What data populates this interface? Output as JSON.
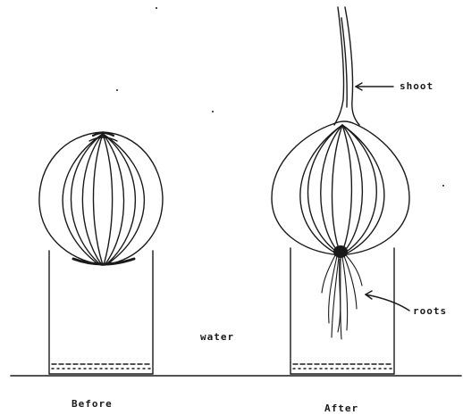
{
  "labels": {
    "shoot": "shoot",
    "roots": "roots",
    "water": "water",
    "before": "Before",
    "after": "After"
  },
  "colors": {
    "ink": "#1a1a1a",
    "paper": "#ffffff"
  }
}
